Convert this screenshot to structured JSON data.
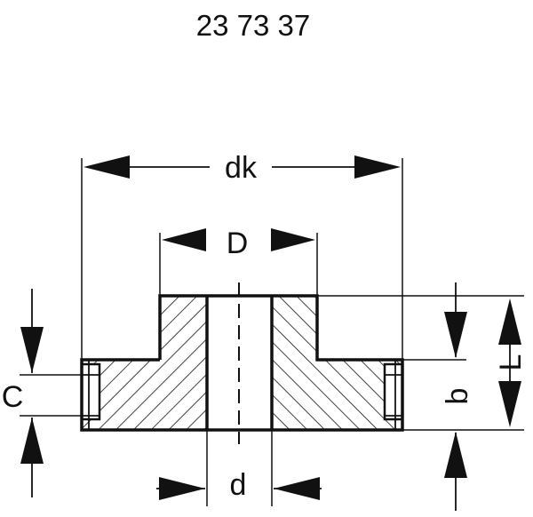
{
  "diagram": {
    "part_number": "23 73 37",
    "labels": {
      "outer_diameter": "dk",
      "hub_diameter": "D",
      "bore_diameter": "d",
      "flange_thickness": "C",
      "hub_length": "b",
      "total_length": "L"
    },
    "colors": {
      "stroke": "#111111",
      "fill": "#ffffff"
    }
  }
}
